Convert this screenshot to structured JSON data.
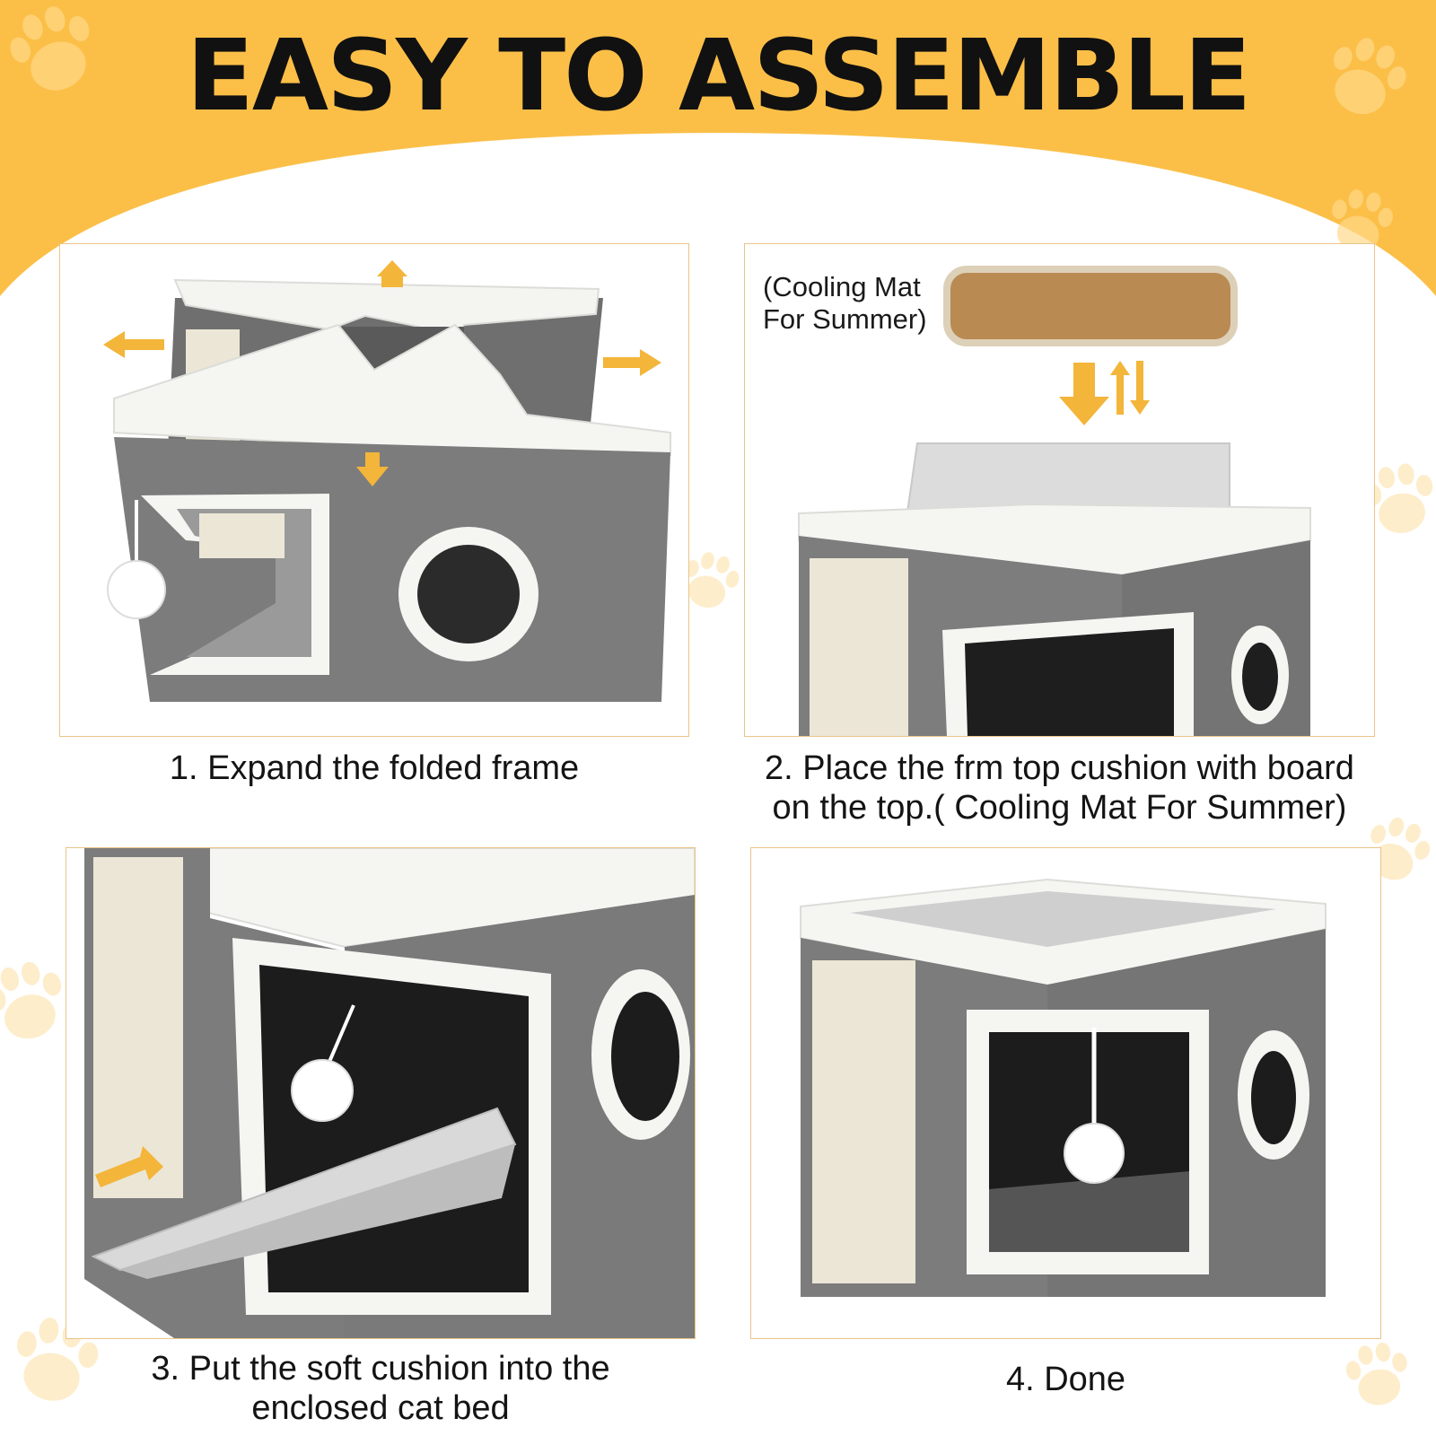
{
  "title": "EASY TO ASSEMBLE",
  "colors": {
    "banner": "#fbbf48",
    "accent_arrow": "#f3b53a",
    "frame_border": "#e9c489",
    "fabric": "#7b7b7b",
    "fleece": "#f7f7f4"
  },
  "steps": [
    {
      "caption": "1. Expand the folded frame",
      "image": "expanded-frame-photo"
    },
    {
      "caption_lines": [
        "2. Place the frm top cushion with board",
        "on the top.( Cooling Mat For Summer)"
      ],
      "image": "top-cushion-photo",
      "mat_label_lines": [
        "(Cooling Mat",
        "For Summer)"
      ]
    },
    {
      "caption_lines": [
        "3. Put the soft cushion into the",
        "enclosed cat bed"
      ],
      "image": "insert-cushion-photo"
    },
    {
      "caption": "4. Done",
      "image": "finished-bed-photo"
    }
  ],
  "icons": [
    "arrow-up-icon",
    "arrow-left-icon",
    "arrow-right-icon",
    "arrow-down-icon",
    "swap-arrows-icon",
    "paw-print-icon"
  ]
}
